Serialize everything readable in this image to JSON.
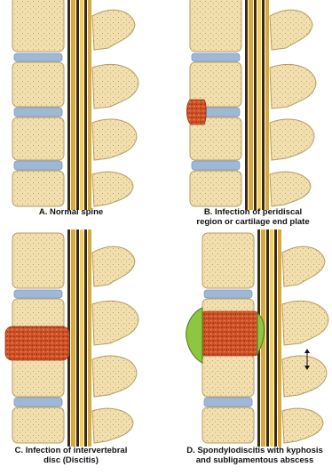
{
  "panels": [
    {
      "id": "A",
      "caption": [
        "A. Normal spine"
      ]
    },
    {
      "id": "B",
      "caption": [
        "B. Infection of peridiscal",
        "region or cartilage end plate"
      ]
    },
    {
      "id": "C",
      "caption": [
        "C. Infection of intervertebral",
        "disc (Discitis)"
      ]
    },
    {
      "id": "D",
      "caption": [
        "D. Spondylodiscitis with kyphosis",
        "and subligamentous abscess"
      ]
    }
  ],
  "colors": {
    "bone": "#f2dfae",
    "bone_outline": "#b89b5e",
    "disc": "#9fb8d8",
    "cord": "#f4cf52",
    "dura": "#d9a93a",
    "infection": "#d4542a",
    "abscess": "#8dc63f"
  },
  "icons": [
    "double-arrow-icon"
  ]
}
